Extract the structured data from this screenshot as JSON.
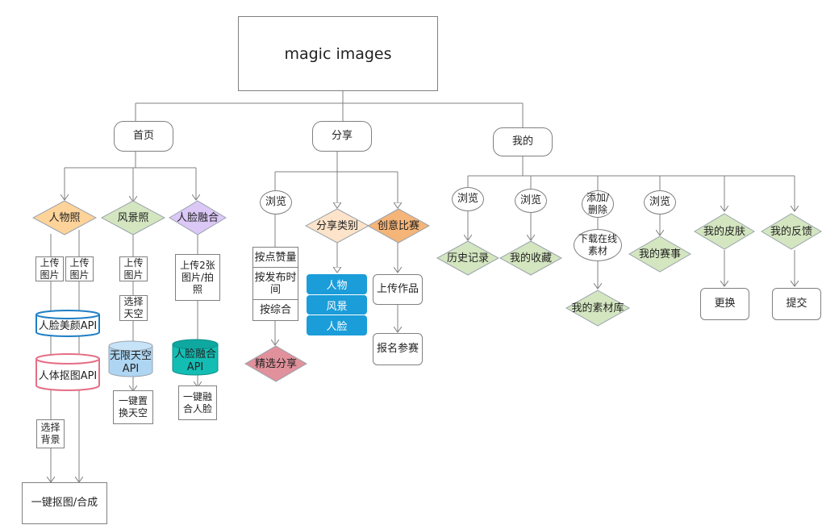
{
  "root": "magic images",
  "sections": {
    "home": "首页",
    "share": "分享",
    "mine": "我的"
  },
  "home": {
    "person_photo": "人物照",
    "landscape_photo": "风景照",
    "face_fusion": "人脸融合",
    "upload_photo_1": "上传\n图片",
    "upload_photo_2": "上传\n图片",
    "face_beauty_api": "人脸美颜API",
    "body_matting_api": "人体抠图API",
    "select_background": "选择\n背景",
    "one_click_matting": "一键抠图/合成",
    "landscape_upload": "上传\n图片",
    "select_sky": "选择\n天空",
    "infinite_sky_api": "无限天空\nAPI",
    "one_click_sky": "一键置\n换天空",
    "fusion_upload": "上传2张\n图片/拍\n照",
    "face_fusion_api": "人脸融合\nAPI",
    "one_click_fusion": "一键融\n合人脸"
  },
  "share": {
    "browse": "浏览",
    "share_category": "分享类别",
    "contest": "创意比赛",
    "sort_options": [
      "按点赞量",
      "按发布时\n间",
      "按综合"
    ],
    "featured_share": "精选分享",
    "categories": [
      "人物",
      "风景",
      "人脸"
    ],
    "upload_work": "上传作品",
    "sign_up": "报名参赛"
  },
  "mine": {
    "browse_history": "浏览",
    "history": "历史记录",
    "browse_favorites": "浏览",
    "favorites": "我的收藏",
    "add_delete": "添加/\n删除",
    "download_online": "下载在线\n素材",
    "my_materials": "我的素材库",
    "browse_contests": "浏览",
    "my_contests": "我的赛事",
    "my_skin": "我的皮肤",
    "change": "更换",
    "my_feedback": "我的反馈",
    "submit": "提交"
  },
  "colors": {
    "orange": "#fdd39a",
    "green": "#d4e6c0",
    "purple": "#dbc8f6",
    "peach": "#fde3c9",
    "contest_orange": "#f5b478",
    "pink": "#e0919b",
    "blue": "#1a9dd9",
    "cyl_blue": "#aed6f3",
    "cyl_teal": "#13bdb3",
    "beauty_stroke": "#1f7ec4",
    "matting_stroke": "#e56e86"
  }
}
